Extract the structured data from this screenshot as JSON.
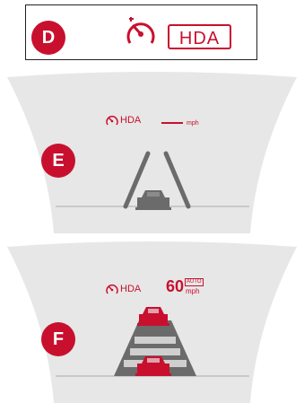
{
  "panels": {
    "d": {
      "badge": "D",
      "indicator_label": "HDA",
      "icons": [
        "speed-camera-icon"
      ],
      "colors": {
        "accent": "#c8102e",
        "border": "#222222"
      }
    },
    "e": {
      "badge": "E",
      "hud_label": "HDA",
      "speed_unit": "mph",
      "icons": [
        "speedometer-icon",
        "lead-vehicle-icon"
      ],
      "colors": {
        "accent": "#c8102e",
        "lane": "#6b6b6b",
        "hud_bg": "#e7e7e7"
      }
    },
    "f": {
      "badge": "F",
      "hud_label": "HDA",
      "speed_value": "60",
      "speed_tag": "AUTO",
      "speed_unit": "mph",
      "icons": [
        "speedometer-icon",
        "lead-vehicle-icon",
        "own-vehicle-icon"
      ],
      "colors": {
        "accent": "#c8102e",
        "lane": "#6b6b6b",
        "hud_bg": "#e7e7e7"
      }
    }
  }
}
